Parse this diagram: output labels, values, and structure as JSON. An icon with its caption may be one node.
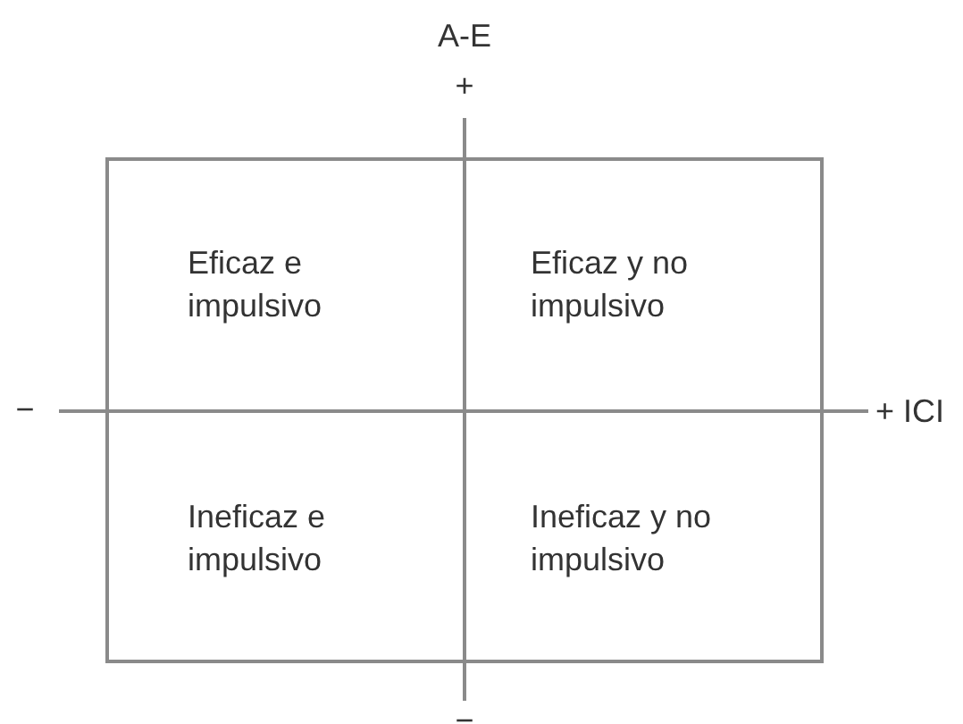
{
  "diagram": {
    "nodes": [
      {
        "text": [
          "Eficaz e impulsivo"
        ]
      },
      {
        "text": [
          "Eficaz y no impulsivo"
        ]
      },
      {
        "text": [
          "Ineficaz e impulsivo"
        ]
      },
      {
        "text": [
          "Ineficaz y no impulsivo"
        ]
      }
    ],
    "edges": [],
    "labels": [
      "A-E",
      "+",
      "−",
      "+ ICI",
      "−"
    ]
  }
}
